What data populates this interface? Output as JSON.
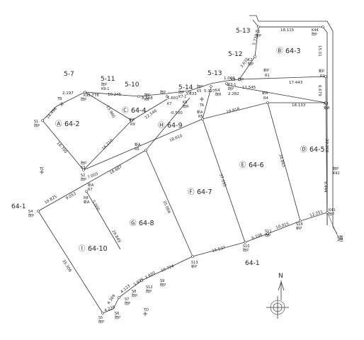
{
  "sheet_labels": [
    {
      "id": "a5-13-top",
      "text": "5-13"
    },
    {
      "id": "a5-12",
      "text": "5-12"
    },
    {
      "id": "a5-13-mid",
      "text": "5-13"
    },
    {
      "id": "a5-14",
      "text": "5-14"
    },
    {
      "id": "a5-10",
      "text": "5-10"
    },
    {
      "id": "a5-7",
      "text": "5-7"
    },
    {
      "id": "a5-11",
      "text": "5-11"
    },
    {
      "id": "a64-1-left",
      "text": "64-1"
    },
    {
      "id": "a64-1-bottom",
      "text": "64-1"
    }
  ],
  "road_label": "道",
  "north_label": "N",
  "plots": [
    {
      "id": "p64-3",
      "symbol": "Ⓑ",
      "number": "64-3"
    },
    {
      "id": "p64-4",
      "symbol": "Ⓒ",
      "number": "64-4"
    },
    {
      "id": "p64-2",
      "symbol": "Ⓐ",
      "number": "64-2"
    },
    {
      "id": "p64-9",
      "symbol": "Ⓗ",
      "number": "64-9"
    },
    {
      "id": "p64-5",
      "symbol": "Ⓓ",
      "number": "64-5"
    },
    {
      "id": "p64-6",
      "symbol": "Ⓔ",
      "number": "64-6"
    },
    {
      "id": "p64-7",
      "symbol": "Ⓕ",
      "number": "64-7"
    },
    {
      "id": "p64-8",
      "symbol": "Ⓖ",
      "number": "64-8"
    },
    {
      "id": "p64-10",
      "symbol": "Ⓘ",
      "number": "64-10"
    }
  ],
  "points": [
    {
      "id": "K1",
      "code": "K1",
      "kind": "既P"
    },
    {
      "id": "K44",
      "code": "K44",
      "kind": "既P"
    },
    {
      "id": "K2",
      "code": "K2",
      "kind": "既P"
    },
    {
      "id": "K3",
      "code": "K3",
      "kind": "既P"
    },
    {
      "id": "K3-1",
      "code": "K3-1",
      "kind": "既P"
    },
    {
      "id": "K4",
      "code": "K4",
      "kind": "既R"
    },
    {
      "id": "K5",
      "code": "K5",
      "kind": "既P"
    },
    {
      "id": "K6",
      "code": "K6",
      "kind": "既R"
    },
    {
      "id": "K7",
      "code": "K7",
      "kind": "既P"
    },
    {
      "id": "K7-1",
      "code": "K7-1",
      "kind": "既P"
    },
    {
      "id": "K8",
      "code": "K8",
      "kind": "既P"
    },
    {
      "id": "K9",
      "code": "K9",
      "kind": "既P"
    },
    {
      "id": "K9-1",
      "code": "K9-1",
      "kind": "既P"
    },
    {
      "id": "TB",
      "code": "TB",
      "kind": ""
    },
    {
      "id": "TA",
      "code": "TA",
      "kind": ""
    },
    {
      "id": "TC",
      "code": "TC",
      "kind": ""
    },
    {
      "id": "TD",
      "code": "TD",
      "kind": ""
    },
    {
      "id": "R1",
      "code": "R1",
      "kind": "新P"
    },
    {
      "id": "R2",
      "code": "R2",
      "kind": "新P"
    },
    {
      "id": "R3",
      "code": "R3",
      "kind": "新A"
    },
    {
      "id": "R4",
      "code": "R4",
      "kind": "新A"
    },
    {
      "id": "R5",
      "code": "R5",
      "kind": "新A"
    },
    {
      "id": "R6",
      "code": "R6",
      "kind": "新A"
    },
    {
      "id": "R7",
      "code": "R7",
      "kind": "新A"
    },
    {
      "id": "R8",
      "code": "R8",
      "kind": "新A"
    },
    {
      "id": "R9",
      "code": "R9",
      "kind": "新P"
    },
    {
      "id": "S1",
      "code": "S1",
      "kind": "既P"
    },
    {
      "id": "S2",
      "code": "S2",
      "kind": "既P"
    },
    {
      "id": "S3",
      "code": "S3",
      "kind": "既P"
    },
    {
      "id": "S4",
      "code": "S4",
      "kind": "既P"
    },
    {
      "id": "S5",
      "code": "S5",
      "kind": "既P"
    },
    {
      "id": "S6",
      "code": "S6",
      "kind": "既P"
    },
    {
      "id": "S7",
      "code": "S7",
      "kind": "既P"
    },
    {
      "id": "S8",
      "code": "S8",
      "kind": "既P"
    },
    {
      "id": "S9",
      "code": "S9",
      "kind": "既P"
    },
    {
      "id": "S10",
      "code": "S10",
      "kind": "既P"
    },
    {
      "id": "S11",
      "code": "S11",
      "kind": "既P"
    },
    {
      "id": "S12",
      "code": "S12",
      "kind": "既P"
    },
    {
      "id": "S13",
      "code": "S13",
      "kind": "新P"
    },
    {
      "id": "S14",
      "code": "S14",
      "kind": "新P"
    },
    {
      "id": "K41",
      "code": "K41",
      "kind": "既P"
    },
    {
      "id": "K42",
      "code": "K42",
      "kind": "既P"
    }
  ],
  "distances": [
    {
      "id": "d1",
      "text": "18.115"
    },
    {
      "id": "d2",
      "text": "5.733"
    },
    {
      "id": "d3",
      "text": "3.632"
    },
    {
      "id": "d4",
      "text": "1.066"
    },
    {
      "id": "d5",
      "text": "17.443"
    },
    {
      "id": "d6",
      "text": "15.01"
    },
    {
      "id": "d7",
      "text": "6.679"
    },
    {
      "id": "d8",
      "text": "11.545"
    },
    {
      "id": "d9",
      "text": "2.282"
    },
    {
      "id": "d10",
      "text": "5.601"
    },
    {
      "id": "d11",
      "text": "3.633"
    },
    {
      "id": "d12",
      "text": "5.327"
    },
    {
      "id": "d13",
      "text": "8.568"
    },
    {
      "id": "d14",
      "text": "10.245"
    },
    {
      "id": "d15",
      "text": "3.778"
    },
    {
      "id": "d16",
      "text": "2.197"
    },
    {
      "id": "d17",
      "text": "-0.500"
    },
    {
      "id": "d18",
      "text": "13.960"
    },
    {
      "id": "d19",
      "text": "14.498"
    },
    {
      "id": "d20",
      "text": "12.546"
    },
    {
      "id": "d21",
      "text": "19.818"
    },
    {
      "id": "d22",
      "text": "18.133"
    },
    {
      "id": "d23",
      "text": "33.368"
    },
    {
      "id": "d24",
      "text": "18.610"
    },
    {
      "id": "d25",
      "text": "16.210"
    },
    {
      "id": "d26",
      "text": "18.700"
    },
    {
      "id": "d27",
      "text": "34.865"
    },
    {
      "id": "d28",
      "text": "37.055"
    },
    {
      "id": "d29",
      "text": "18.687"
    },
    {
      "id": "d30",
      "text": "7.005"
    },
    {
      "id": "d31",
      "text": "10.825"
    },
    {
      "id": "d32",
      "text": "9.053"
    },
    {
      "id": "d33",
      "text": "5.000"
    },
    {
      "id": "d34",
      "text": "35.066"
    },
    {
      "id": "d35",
      "text": "29.849"
    },
    {
      "id": "d36",
      "text": "35.306"
    },
    {
      "id": "d37",
      "text": "9.444"
    },
    {
      "id": "d38",
      "text": "12.251"
    },
    {
      "id": "d39",
      "text": "10.015"
    },
    {
      "id": "d40",
      "text": "6.106"
    },
    {
      "id": "d41",
      "text": "15.537"
    },
    {
      "id": "d42",
      "text": "10.724"
    },
    {
      "id": "d43",
      "text": "3.820"
    },
    {
      "id": "d44",
      "text": "3.920"
    },
    {
      "id": "d45",
      "text": "4.123"
    },
    {
      "id": "d46",
      "text": "4.369"
    },
    {
      "id": "d47",
      "text": "4.226"
    }
  ]
}
